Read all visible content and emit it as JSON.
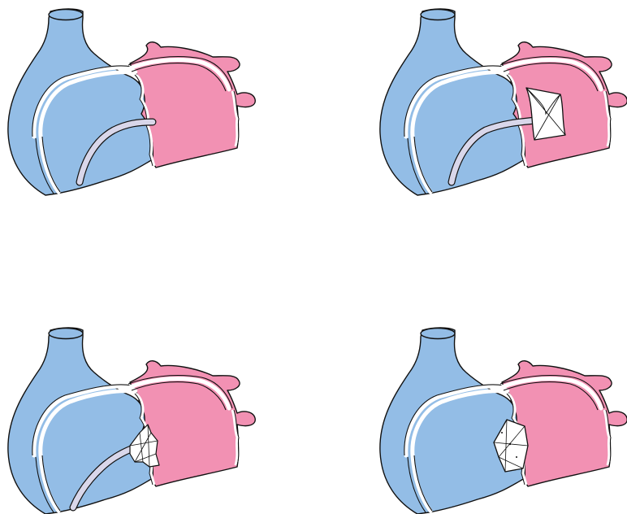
{
  "colors": {
    "background": "#ffffff",
    "venous_chamber": "#93bde6",
    "arterial_chamber": "#f291b3",
    "catheter": "#d9d7ea",
    "device": "#ffffff",
    "outline": "#111111"
  },
  "panels": [
    {
      "position_label": "top-left",
      "stage": "catheter-crossing-septum",
      "device_shape": "none",
      "has_catheter": true
    },
    {
      "position_label": "top-right",
      "stage": "left-disc-deployed",
      "device_shape": "square-disc",
      "has_catheter": true
    },
    {
      "position_label": "bottom-left",
      "stage": "device-in-septum-being-released",
      "device_shape": "crumpled-device",
      "has_catheter": true
    },
    {
      "position_label": "bottom-right",
      "stage": "device-released",
      "device_shape": "double-disc",
      "has_catheter": false
    }
  ]
}
